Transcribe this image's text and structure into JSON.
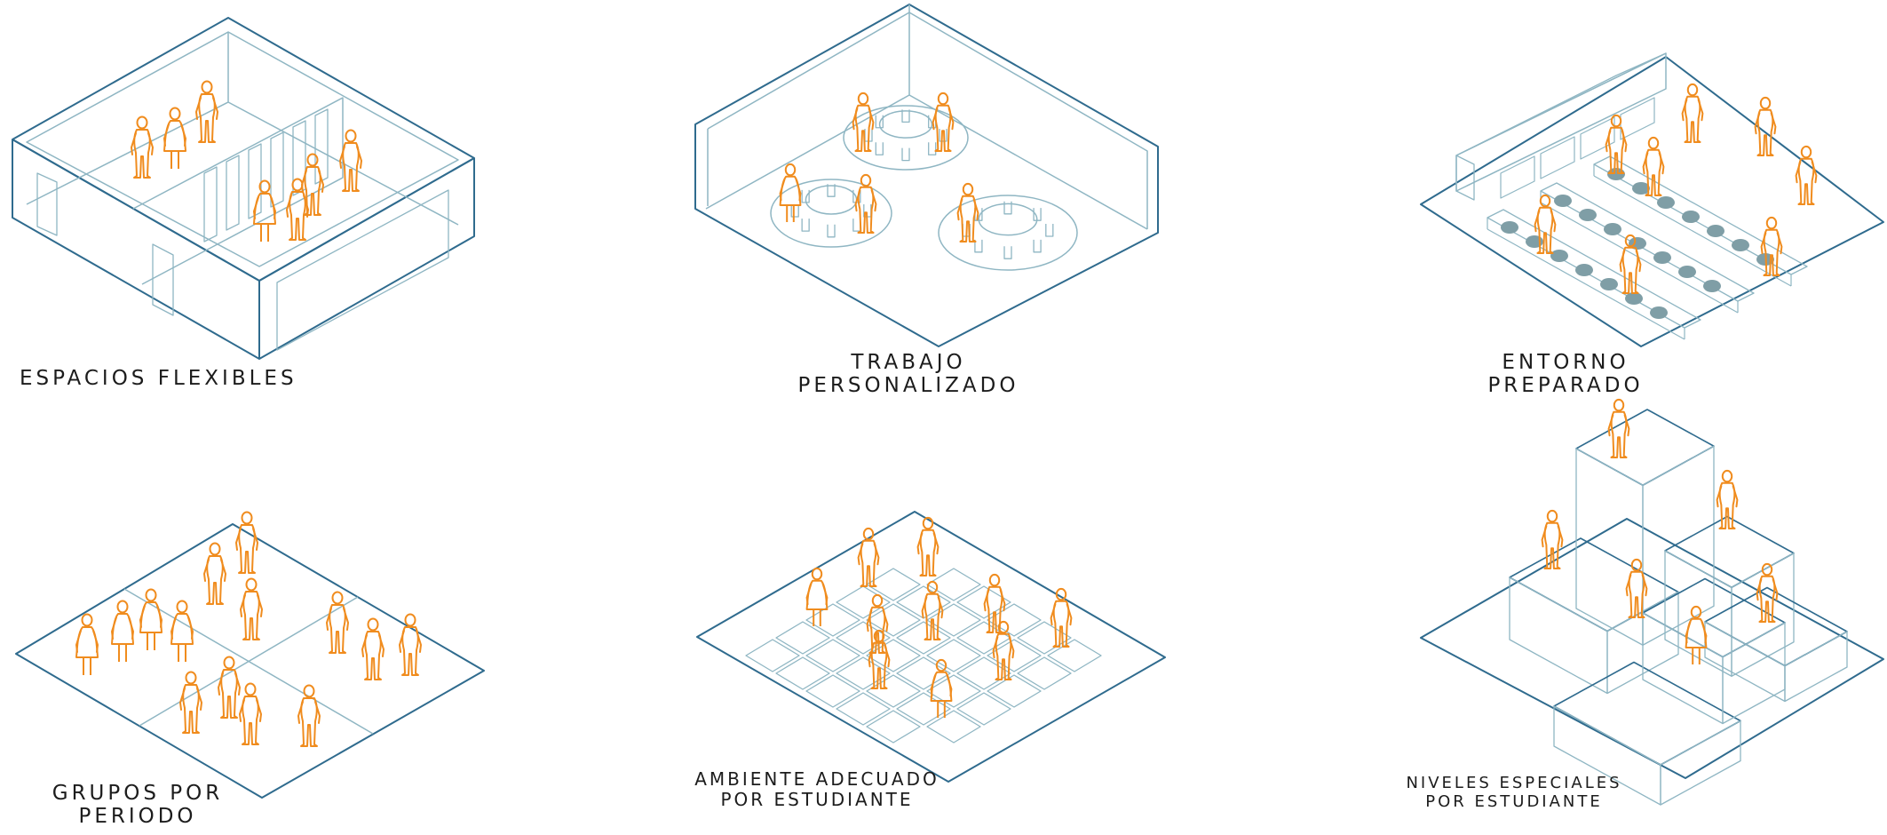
{
  "colors": {
    "outline": "#2f6b8e",
    "thin": "#8fb6c3",
    "figure": "#f08c1e",
    "fill": "#7f9ea6",
    "text": "#1c1c1c"
  },
  "panels": [
    {
      "id": "espacios",
      "lines": [
        "ESPACIOS FLEXIBLES"
      ]
    },
    {
      "id": "trabajo",
      "lines": [
        "TRABAJO",
        "PERSONALIZADO"
      ]
    },
    {
      "id": "entorno",
      "lines": [
        "ENTORNO",
        "PREPARADO"
      ]
    },
    {
      "id": "grupos",
      "lines": [
        "GRUPOS POR",
        "PERIODO"
      ]
    },
    {
      "id": "ambiente",
      "lines": [
        "AMBIENTE ADECUADO",
        "POR ESTUDIANTE"
      ]
    },
    {
      "id": "niveles",
      "lines": [
        "NIVELES ESPECIALES",
        "POR ESTUDIANTE"
      ]
    }
  ]
}
